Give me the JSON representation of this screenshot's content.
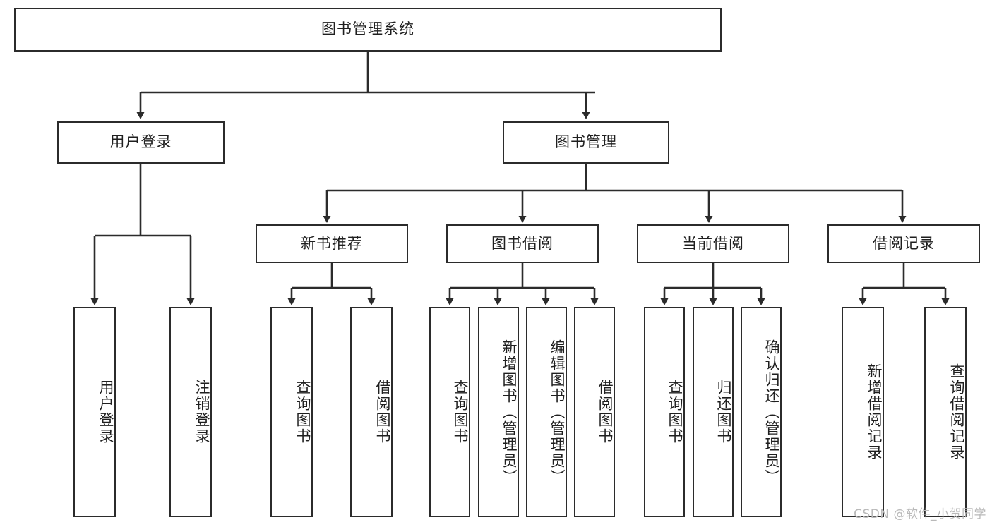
{
  "diagram": {
    "title": "图书管理系统",
    "type": "tree",
    "orientation": "top-down",
    "colors": {
      "box_border": "#2b2b2b",
      "box_fill": "#ffffff",
      "edge": "#2b2b2b",
      "text": "#1f1f1f",
      "watermark": "#b9b9b9",
      "background": "#ffffff"
    }
  },
  "watermark": {
    "text": "CSDN @软件_小贺同学"
  },
  "nodes": {
    "root": {
      "label": "图书管理系统",
      "level": 1,
      "orientation": "horizontal"
    },
    "level2": [
      {
        "id": "user-login",
        "label": "用户登录",
        "orientation": "horizontal"
      },
      {
        "id": "book-manage",
        "label": "图书管理",
        "orientation": "horizontal"
      }
    ],
    "level3": [
      {
        "id": "new-book-recommend",
        "label": "新书推荐",
        "parent": "book-manage",
        "orientation": "horizontal"
      },
      {
        "id": "book-borrow",
        "label": "图书借阅",
        "parent": "book-manage",
        "orientation": "horizontal"
      },
      {
        "id": "current-borrow",
        "label": "当前借阅",
        "parent": "book-manage",
        "orientation": "horizontal"
      },
      {
        "id": "borrow-record",
        "label": "借阅记录",
        "parent": "book-manage",
        "orientation": "horizontal"
      }
    ],
    "leaves": [
      {
        "id": "leaf-user-login",
        "label": "用户登录",
        "parent": "user-login",
        "orientation": "vertical"
      },
      {
        "id": "leaf-logout-login",
        "label": "注销登录",
        "parent": "user-login",
        "orientation": "vertical"
      },
      {
        "id": "leaf-query-book-recommend",
        "label": "查询图书",
        "parent": "new-book-recommend",
        "orientation": "vertical"
      },
      {
        "id": "leaf-borrow-book-recommend",
        "label": "借阅图书",
        "parent": "new-book-recommend",
        "orientation": "vertical"
      },
      {
        "id": "leaf-query-book-borrow",
        "label": "查询图书",
        "parent": "book-borrow",
        "orientation": "vertical"
      },
      {
        "id": "leaf-add-book-admin",
        "label": "新增图书（管理员）",
        "parent": "book-borrow",
        "orientation": "vertical"
      },
      {
        "id": "leaf-edit-book-admin",
        "label": "编辑图书（管理员）",
        "parent": "book-borrow",
        "orientation": "vertical"
      },
      {
        "id": "leaf-borrow-book",
        "label": "借阅图书",
        "parent": "book-borrow",
        "orientation": "vertical"
      },
      {
        "id": "leaf-query-book-current",
        "label": "查询图书",
        "parent": "current-borrow",
        "orientation": "vertical"
      },
      {
        "id": "leaf-return-book",
        "label": "归还图书",
        "parent": "current-borrow",
        "orientation": "vertical"
      },
      {
        "id": "leaf-confirm-return-admin",
        "label": "确认归还（管理员）",
        "parent": "current-borrow",
        "orientation": "vertical"
      },
      {
        "id": "leaf-add-borrow-record",
        "label": "新增借阅记录",
        "parent": "borrow-record",
        "orientation": "vertical"
      },
      {
        "id": "leaf-query-borrow-record",
        "label": "查询借阅记录",
        "parent": "borrow-record",
        "orientation": "vertical"
      }
    ]
  }
}
